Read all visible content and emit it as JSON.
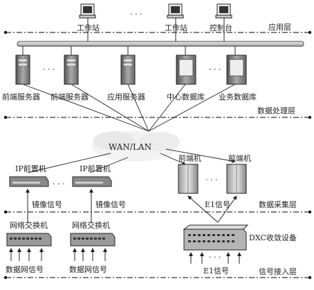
{
  "layers": {
    "application": "应用层",
    "data_processing": "数据处理层",
    "data_collection": "数据采集层",
    "signal_access": "信号接入层"
  },
  "workstations": [
    "工作站",
    "工作站"
  ],
  "console": "控制台",
  "ellipsis": "· · ·",
  "servers": {
    "frontend_1": "前端服务器",
    "frontend_2": "前端服务器",
    "application": "应用服务器",
    "central_db": "中心数据库",
    "business_db": "业务数据库"
  },
  "network": "WAN/LAN",
  "ip_front_machines": [
    "IP前置机",
    "IP前置机"
  ],
  "front_machines": [
    "前端机",
    "前端机"
  ],
  "mirror_signals": [
    "镜像信号",
    "镜像信号"
  ],
  "e1_signal": "E1信号",
  "network_switches": [
    "网络交换机",
    "网络交换机"
  ],
  "dxc_device": "DXC收敛设备",
  "data_network_signals": [
    "数据网信号",
    "数据网信号"
  ]
}
